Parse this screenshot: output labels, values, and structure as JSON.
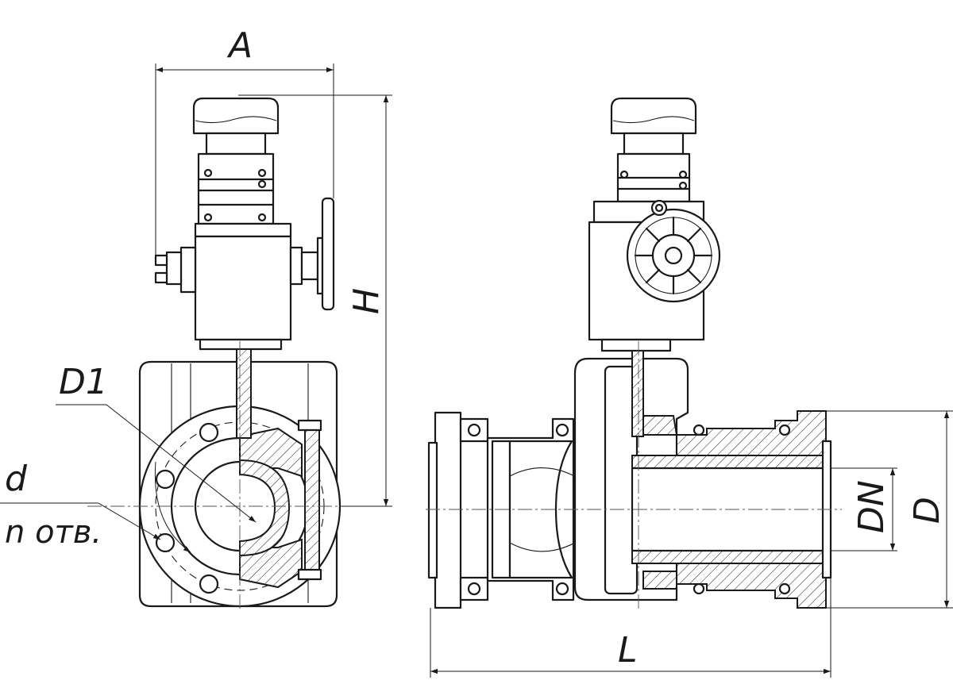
{
  "dimensions": {
    "A": "A",
    "H": "H",
    "D1": "D1",
    "d": "d",
    "holes": "n отв.",
    "DN": "DN",
    "D": "D",
    "L": "L"
  },
  "colors": {
    "line": "#1a1a1a",
    "background": "#ffffff"
  }
}
